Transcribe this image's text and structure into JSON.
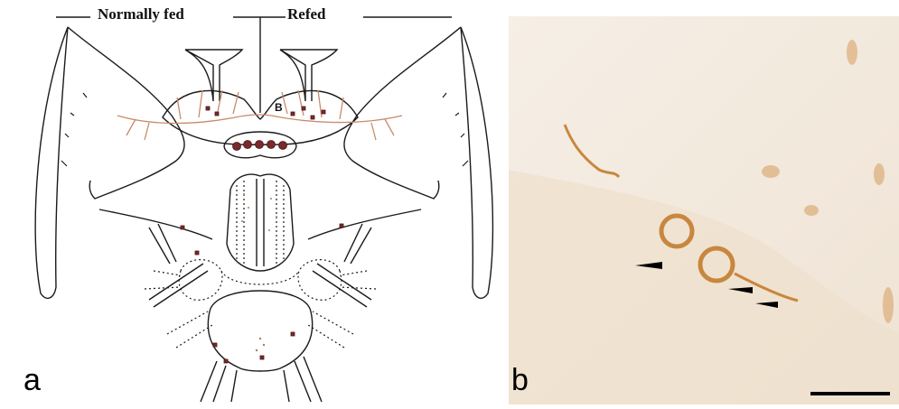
{
  "figure": {
    "panel_a": {
      "header_left": "Normally fed",
      "header_right": "Refed",
      "marker": "B",
      "letter": "a"
    },
    "panel_b": {
      "letter": "b"
    },
    "colors": {
      "line": "#1a1a1a",
      "nerve": "#c98a6a",
      "cell": "#7a2a2a",
      "tissue_bg": "#f3e8dc",
      "stain": "#c8873e"
    }
  }
}
